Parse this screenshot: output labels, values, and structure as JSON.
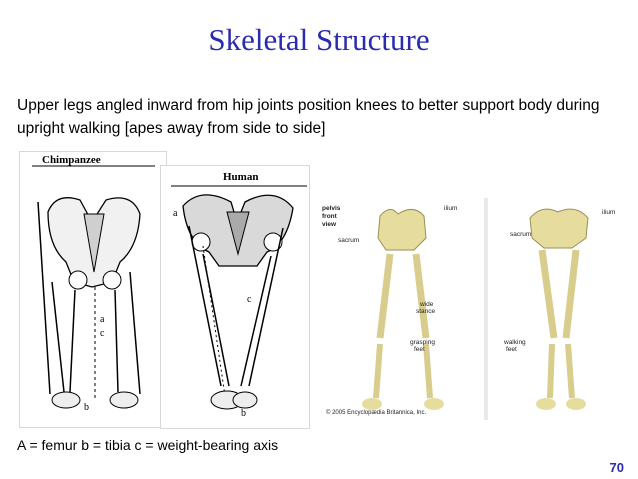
{
  "slide": {
    "title": "Skeletal Structure",
    "body": "Upper legs angled inward from hip joints position knees to better support body during upright walking [apes away from side to side]",
    "legend": "A = femur  b = tibia  c = weight-bearing axis",
    "slide_number": "70"
  },
  "figures": {
    "chimp": {
      "title": "Chimpanzee",
      "labels": {
        "a": "a",
        "b": "b",
        "c": "c"
      }
    },
    "human": {
      "title": "Human",
      "labels": {
        "a": "a",
        "b": "b",
        "c": "c"
      }
    },
    "britannica": {
      "caption": [
        "pelvis",
        "front",
        "view"
      ],
      "labels": {
        "ilium_left": "ilium",
        "ilium_right": "ilium",
        "sacrum_left": "sacrum",
        "sacrum_right": "sacrum",
        "wide_stance": [
          "wide",
          "stance"
        ],
        "grasping_feet": [
          "grasping",
          "feet"
        ],
        "walking_feet": [
          "walking",
          "feet"
        ]
      },
      "copyright": "© 2005 Encyclopædia Britannica, Inc."
    }
  }
}
